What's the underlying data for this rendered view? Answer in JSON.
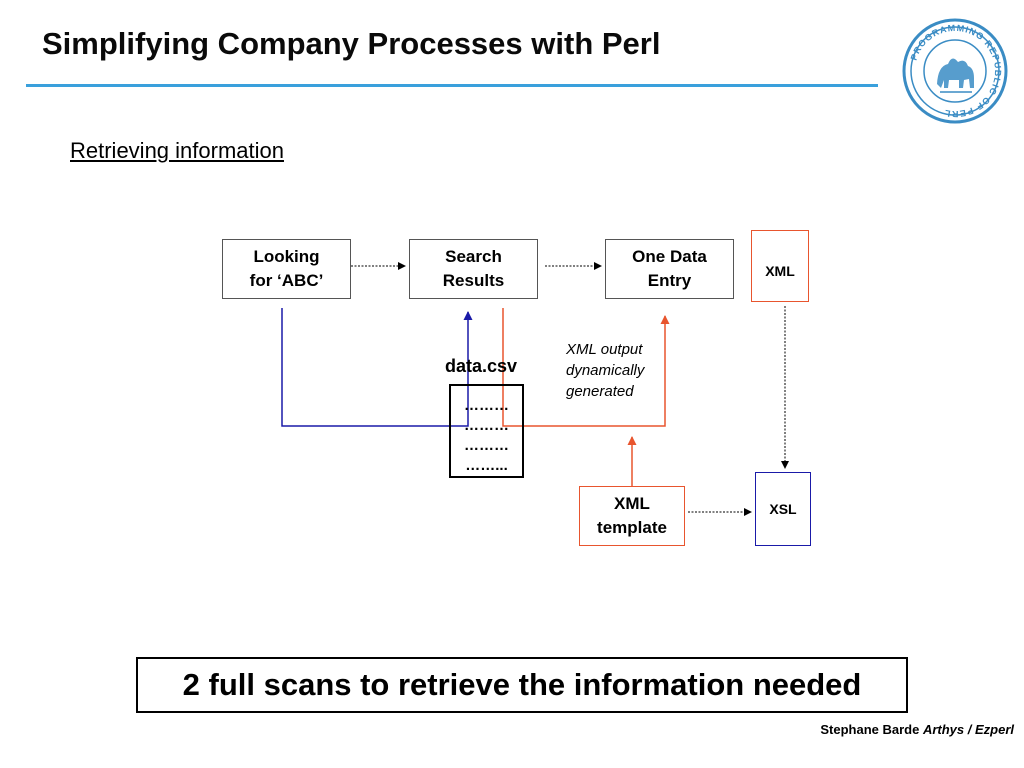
{
  "header": {
    "title": "Simplifying Company Processes with Perl",
    "logo_text": "PROGRAMMING REPUBLIC OF PERL"
  },
  "subtitle": "Retrieving information",
  "diagram": {
    "looking": {
      "line1": "Looking",
      "line2": "for ‘ABC’"
    },
    "search": {
      "line1": "Search",
      "line2": "Results"
    },
    "entry": {
      "line1": "One Data",
      "line2": "Entry"
    },
    "xml": "XML",
    "template": {
      "line1": "XML",
      "line2": "template"
    },
    "xsl": "XSL",
    "csv_label": "data.csv",
    "csv_rows": [
      "………",
      "………",
      "………",
      "……..."
    ],
    "note": {
      "line1": "XML output",
      "line2": "dynamically",
      "line3": "generated"
    }
  },
  "callout": "2 full scans to retrieve the information needed",
  "footer": {
    "author": "Stephane Barde",
    "org": "Arthys / Ezperl"
  },
  "colors": {
    "accent_rule": "#3aa0dc",
    "red": "#e8552e",
    "blue": "#1a1aa8"
  }
}
